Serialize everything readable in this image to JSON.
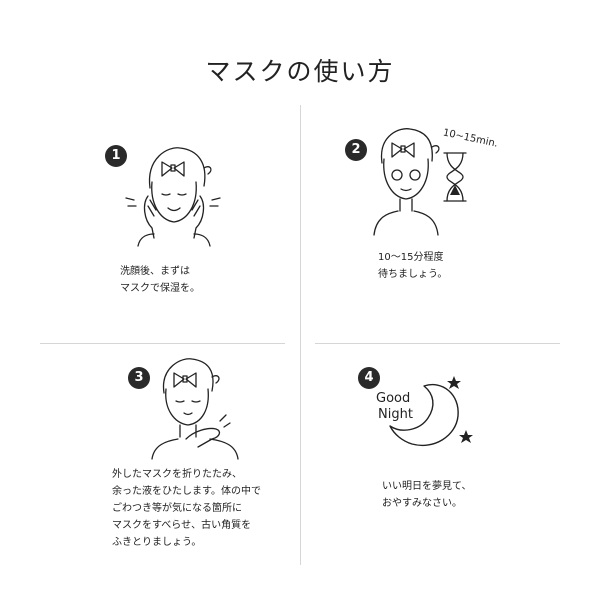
{
  "title": "マスクの使い方",
  "steps": [
    {
      "number": "1",
      "text": "洗顔後、まずは\nマスクで保湿を。"
    },
    {
      "number": "2",
      "badge": "10~15min.",
      "text": "10～15分程度\n待ちましょう。"
    },
    {
      "number": "3",
      "text": "外したマスクを折りたたみ、\n余った液をひたします。体の中で\nごわつき等が気になる箇所に\nマスクをすべらせ、古い角質を\nふきとりましょう。"
    },
    {
      "number": "4",
      "good": "Good",
      "night": "Night",
      "text": "いい明日を夢見て、\nおやすみなさい。"
    }
  ]
}
